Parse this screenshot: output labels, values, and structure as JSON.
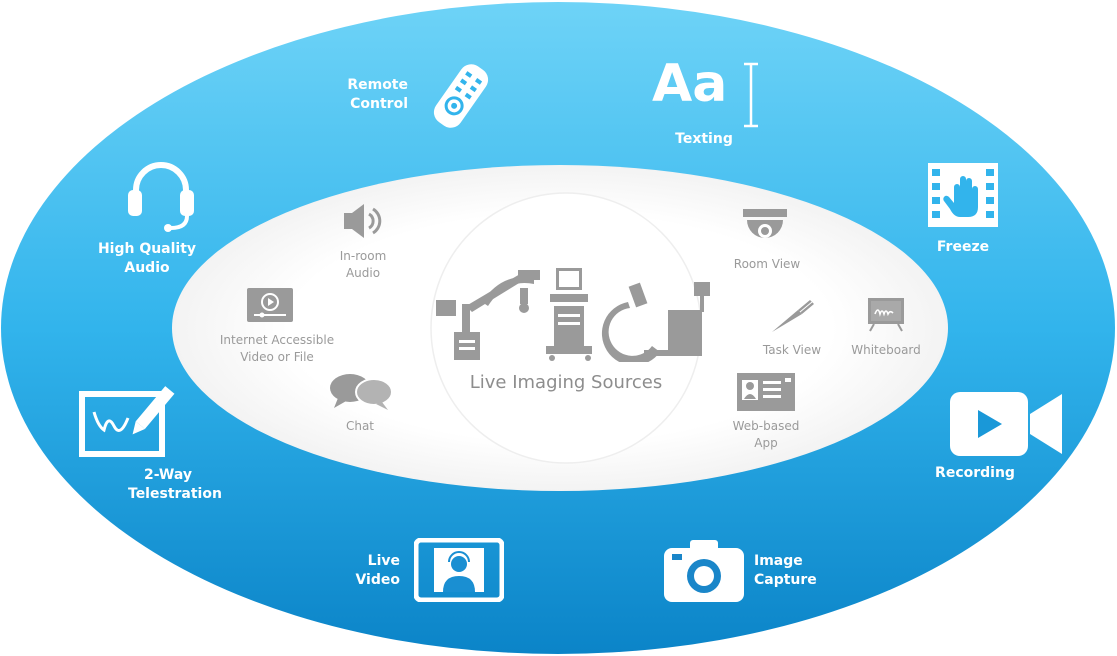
{
  "colors": {
    "ring_light": "#6ed3f7",
    "ring_mid": "#32b4ec",
    "ring_dark": "#0b84c8",
    "inner_fill": "#ffffff",
    "inner_text": "#9a9a9a",
    "outer_text": "#ffffff"
  },
  "outer_features": {
    "remote_control": {
      "line1": "Remote",
      "line2": "Control",
      "icon": "remote-control-icon"
    },
    "texting": {
      "label": "Texting",
      "glyph": "Aa",
      "icon": "text-cursor-icon"
    },
    "high_quality_audio": {
      "line1": "High Quality",
      "line2": "Audio",
      "icon": "headset-icon"
    },
    "freeze": {
      "label": "Freeze",
      "icon": "freeze-hand-icon"
    },
    "telestration": {
      "line1": "2-Way",
      "line2": "Telestration",
      "icon": "telestration-pen-icon"
    },
    "recording": {
      "label": "Recording",
      "icon": "video-camera-icon"
    },
    "live_video": {
      "line1": "Live",
      "line2": "Video",
      "icon": "live-video-monitor-icon"
    },
    "image_capture": {
      "line1": "Image",
      "line2": "Capture",
      "icon": "photo-camera-icon"
    }
  },
  "inner_features": {
    "in_room_audio": {
      "line1": "In-room",
      "line2": "Audio",
      "icon": "speaker-icon"
    },
    "internet_video": {
      "line1": "Internet Accessible",
      "line2": "Video or File",
      "icon": "video-file-icon"
    },
    "chat": {
      "label": "Chat",
      "icon": "chat-bubbles-icon"
    },
    "room_view": {
      "label": "Room View",
      "icon": "dome-camera-icon"
    },
    "task_view": {
      "label": "Task View",
      "icon": "scalpel-icon"
    },
    "whiteboard": {
      "label": "Whiteboard",
      "icon": "whiteboard-icon"
    },
    "web_app": {
      "line1": "Web-based",
      "line2": "App",
      "icon": "web-app-icon"
    }
  },
  "center": {
    "label": "Live Imaging Sources",
    "icon": "medical-imaging-equipment-icon"
  }
}
